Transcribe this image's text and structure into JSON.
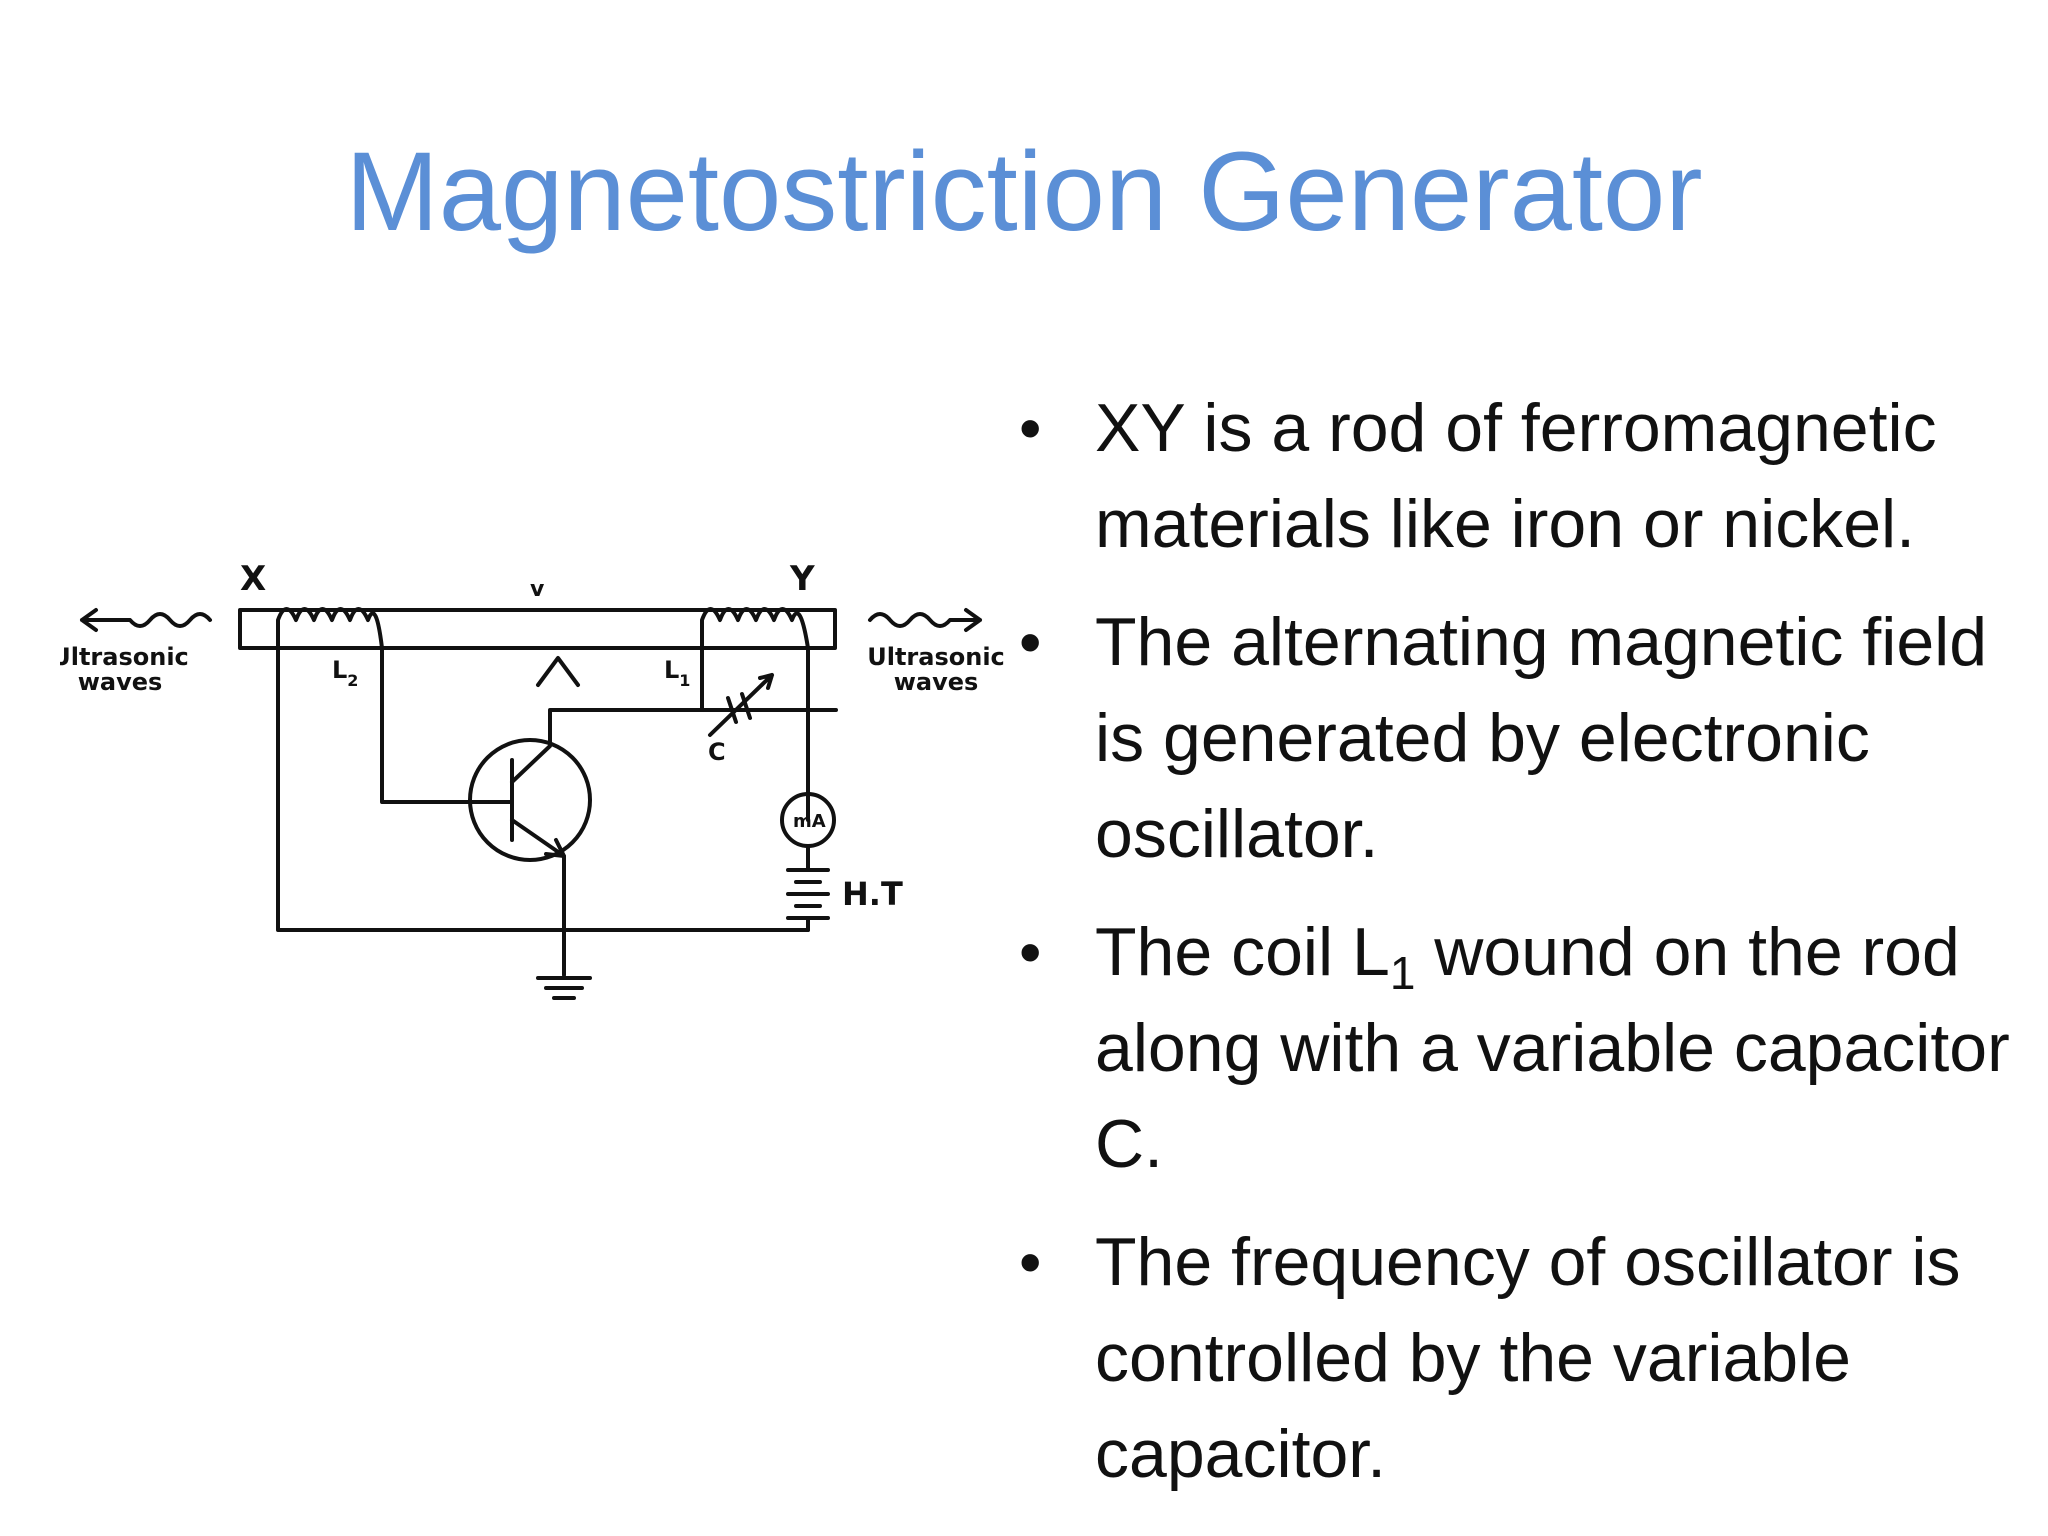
{
  "title": "Magnetostriction Generator",
  "diagram": {
    "label_x": "X",
    "label_y": "Y",
    "label_v": "v",
    "label_l2": "L",
    "label_l2_sub": "2",
    "label_l1": "L",
    "label_l1_sub": "1",
    "label_c": "C",
    "label_ma": "mA",
    "label_ht": "H.T",
    "left_wave_line1": "Ultrasonic",
    "left_wave_line2": "waves",
    "right_wave_line1": "Ultrasonic",
    "right_wave_line2": "waves"
  },
  "bullets": [
    {
      "text": "XY is a rod of ferromagnetic materials like iron or nickel."
    },
    {
      "text": "The alternating magnetic field is generated by electronic oscillator."
    },
    {
      "pre": "The coil L",
      "sub": "1",
      "post": " wound on the rod along with a variable capacitor C."
    },
    {
      "text": "The frequency of oscillator is controlled by the variable capacitor."
    }
  ]
}
